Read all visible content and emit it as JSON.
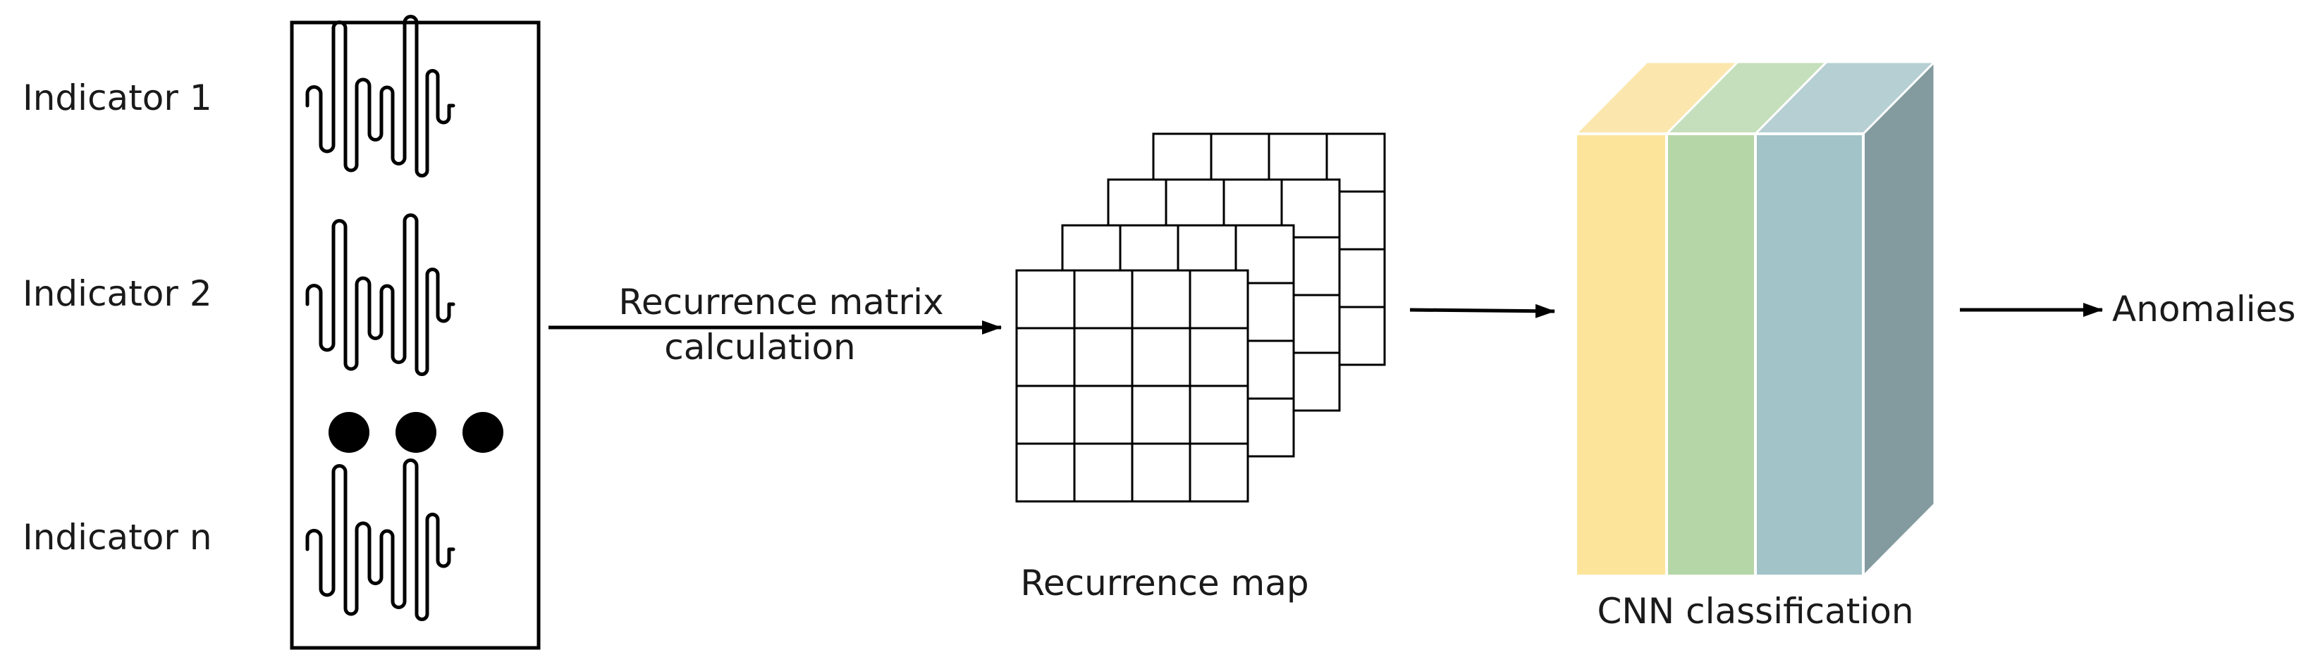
{
  "indicators": [
    "Indicator 1",
    "Indicator 2",
    "Indicator n"
  ],
  "edge_label_line1": "Recurrence matrix",
  "edge_label_line2": "calculation",
  "recurrence_map_label": "Recurrence map",
  "cnn_label": "CNN classification",
  "output_label": "Anomalies",
  "colors": {
    "yellow_front": "#fce49b",
    "yellow_top": "#fbe7ae",
    "green_front": "#b5d7a8",
    "green_top": "#c5dfbc",
    "blue_front": "#a2c3c8",
    "blue_top": "#b6cfd3",
    "side": "#839b9f",
    "stroke": "#000000"
  }
}
